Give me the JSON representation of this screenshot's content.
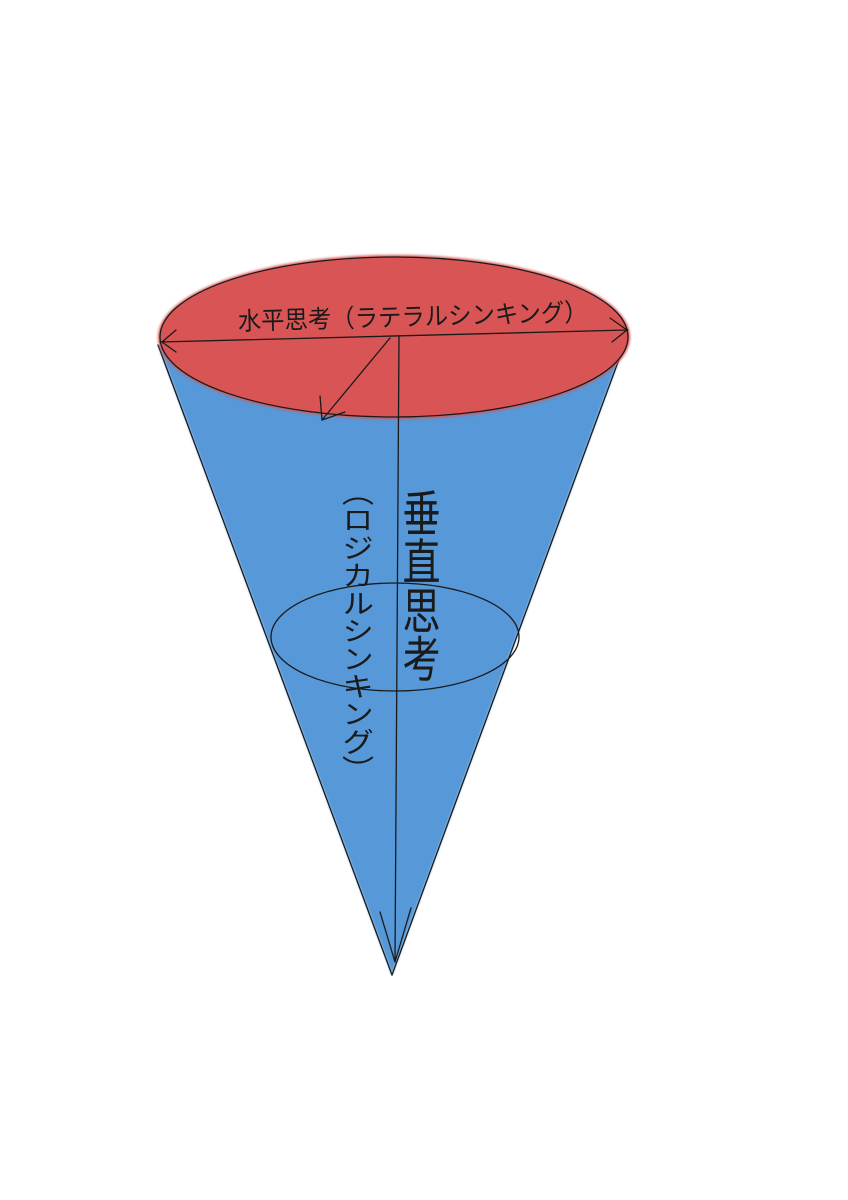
{
  "diagram": {
    "horizontal_label": "水平思考（ラテラルシンキング）",
    "vertical_label": "垂直思考",
    "vertical_sublabel": "（ロジカルシンキング）",
    "colors": {
      "cone_body": "#5698d8",
      "cone_top": "#d95454",
      "line": "#1a1a1a",
      "background": "#ffffff"
    }
  }
}
